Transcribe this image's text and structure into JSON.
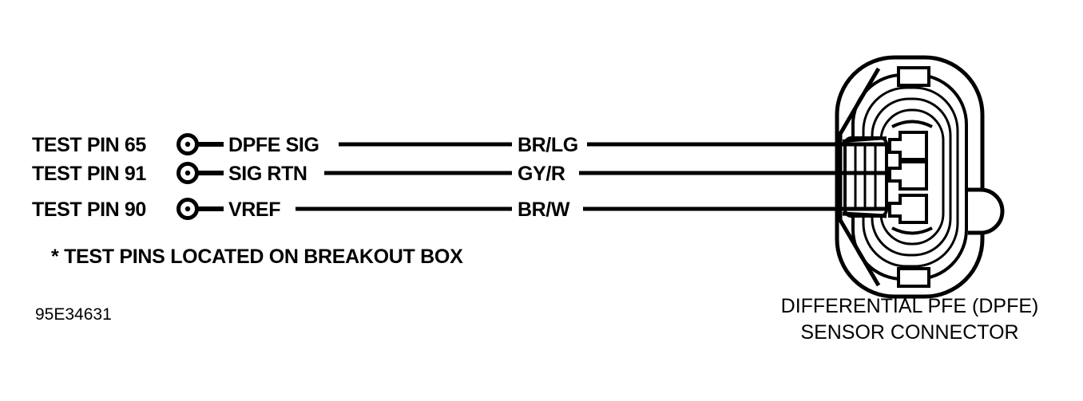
{
  "diagram": {
    "id_code": "95E34631",
    "footnote": "* TEST PINS LOCATED ON BREAKOUT BOX",
    "caption_line1": "DIFFERENTIAL PFE (DPFE)",
    "caption_line2": "SENSOR CONNECTOR",
    "ink_color": "#000000",
    "background_color": "#ffffff",
    "rows": [
      {
        "test_pin": "TEST PIN 65",
        "signal": "DPFE SIG",
        "wire_color": "BR/LG"
      },
      {
        "test_pin": "TEST PIN 91",
        "signal": "SIG RTN",
        "wire_color": "GY/R"
      },
      {
        "test_pin": "TEST PIN 90",
        "signal": "VREF",
        "wire_color": "BR/W"
      }
    ]
  }
}
